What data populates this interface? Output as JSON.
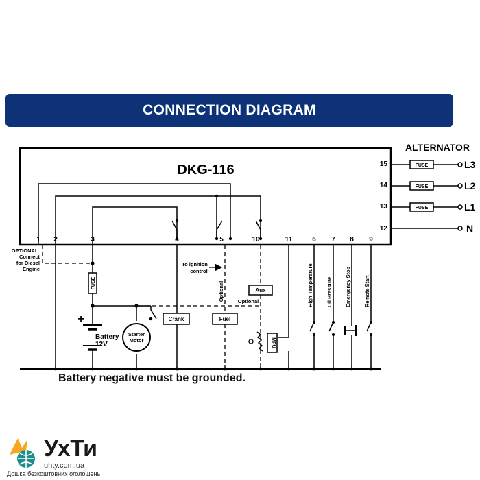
{
  "banner": {
    "title": "CONNECTION DIAGRAM"
  },
  "module": {
    "name": "DKG-116"
  },
  "alternator": {
    "title": "ALTERNATOR"
  },
  "terminals": {
    "t1": "1",
    "t2": "2",
    "t3": "3",
    "t4": "4",
    "t5": "5",
    "t10": "10",
    "t11": "11",
    "t6": "6",
    "t7": "7",
    "t8": "8",
    "t9": "9",
    "t15": "15",
    "t14": "14",
    "t13": "13",
    "t12": "12"
  },
  "phases": {
    "l3": "L3",
    "l2": "L2",
    "l1": "L1",
    "n": "N"
  },
  "labels": {
    "fuse": "FUSE",
    "optional_1": "OPTIONAL:",
    "optional_2": "Connect",
    "optional_3": "for Diesel",
    "optional_4": "Engine",
    "ignition_1": "To ignition",
    "ignition_2": "control",
    "aux": "Aux",
    "optional": "Optional",
    "crank": "Crank",
    "fuel": "Fuel",
    "mpu": "MPU",
    "battery": "Battery",
    "battery_v": "12V",
    "starter_1": "Starter",
    "starter_2": "Motor",
    "plus": "+",
    "high_temp": "High Temperature",
    "oil_pressure": "Oil Pressure",
    "emergency_stop": "Emergency Stop",
    "remote_start": "Remote Start"
  },
  "footer": {
    "note": "Battery negative must be grounded."
  },
  "logo": {
    "name": "УхТи",
    "domain": "uhty.com.ua",
    "tagline": "Дошка безкоштовних оголошень"
  },
  "colors": {
    "banner": "#0d3277",
    "line": "#000000",
    "logo_orange": "#f5a623",
    "logo_teal": "#1c8c8c"
  }
}
